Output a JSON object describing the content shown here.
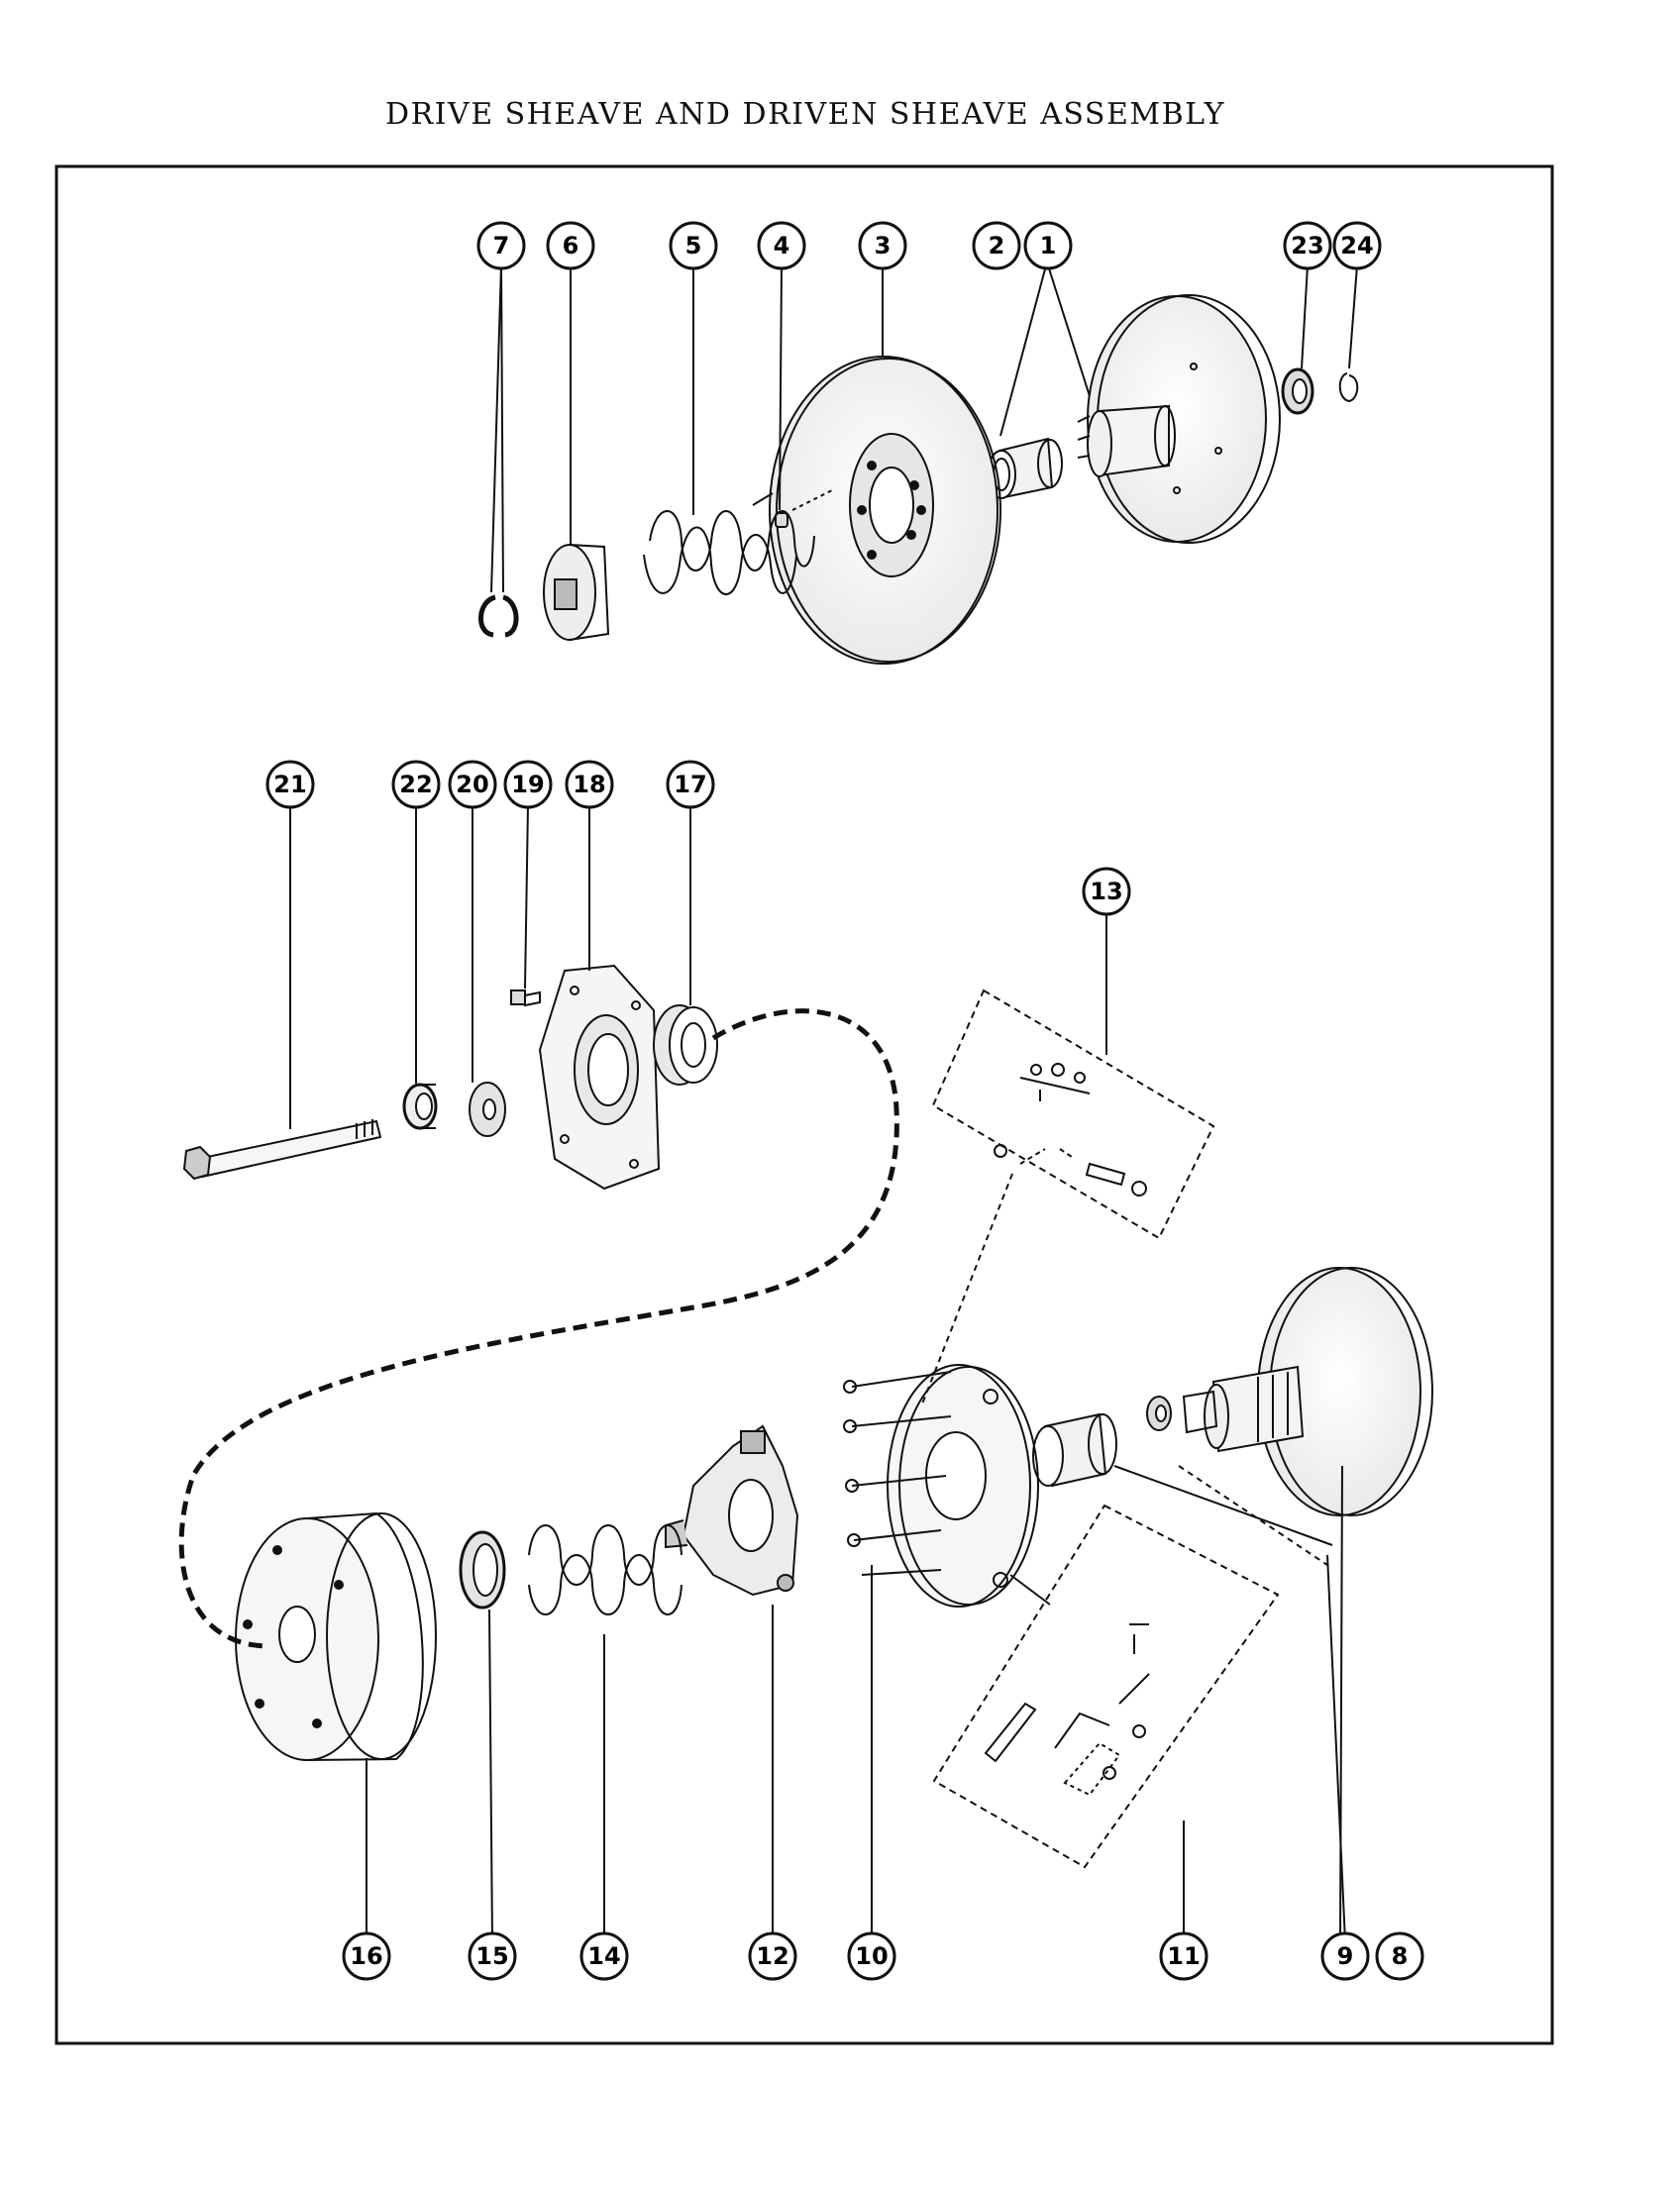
{
  "title": "DRIVE SHEAVE AND DRIVEN SHEAVE ASSEMBLY",
  "callouts": [
    "1",
    "2",
    "3",
    "4",
    "5",
    "6",
    "7",
    "8",
    "9",
    "10",
    "11",
    "12",
    "13",
    "14",
    "15",
    "16",
    "17",
    "18",
    "19",
    "20",
    "21",
    "22",
    "23",
    "24"
  ]
}
